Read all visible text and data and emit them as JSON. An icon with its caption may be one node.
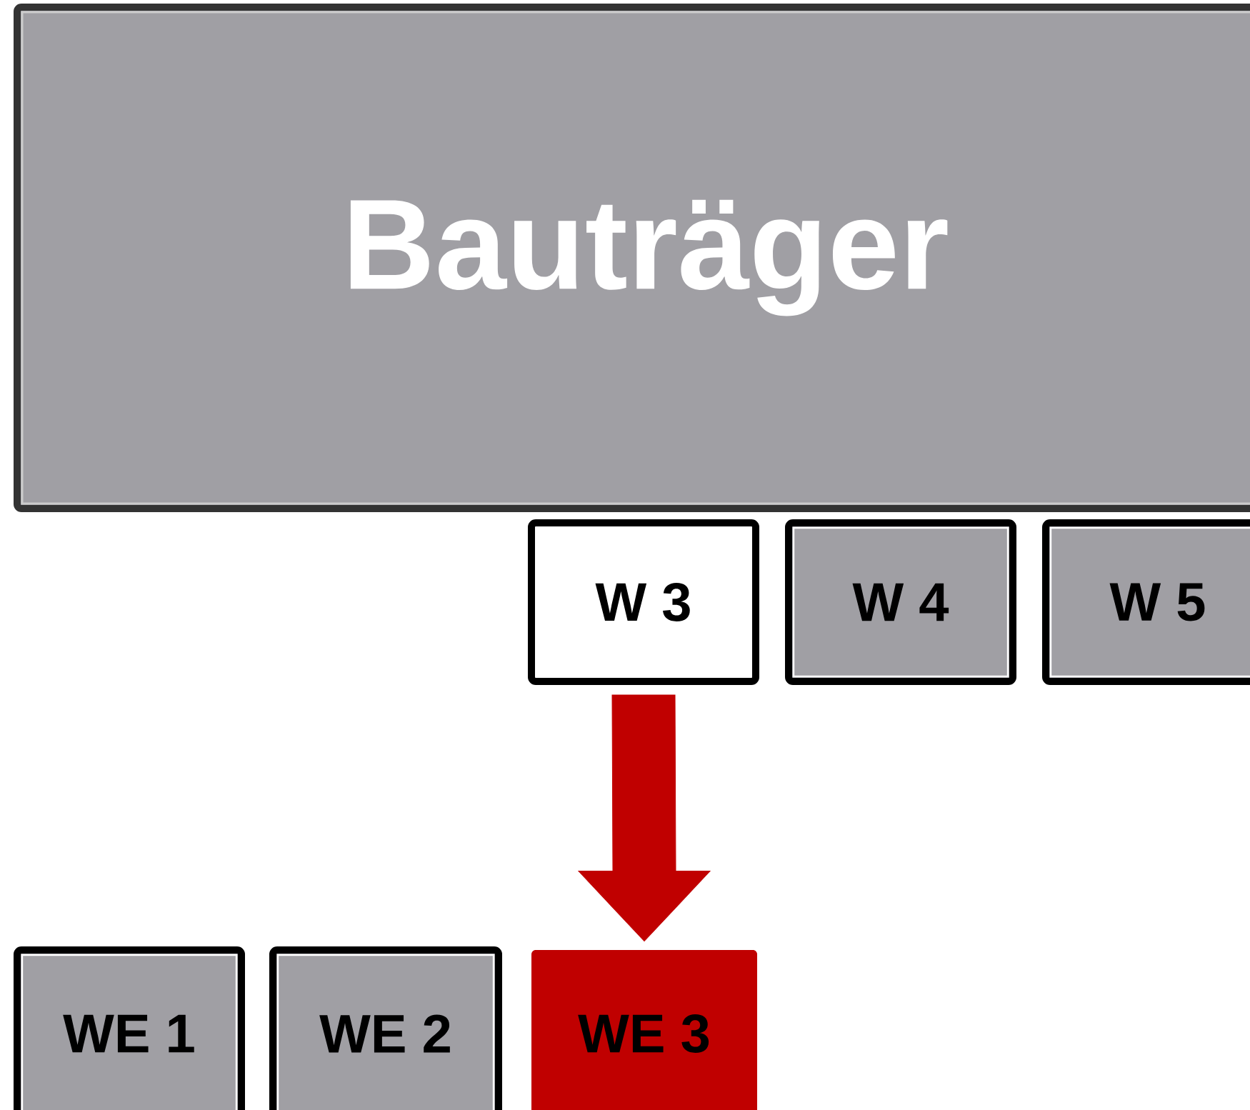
{
  "diagram": {
    "nodes": [
      {
        "text": [
          "Bauträger"
        ]
      },
      {
        "text": [
          "W 3"
        ]
      },
      {
        "text": [
          "W 4"
        ]
      },
      {
        "text": [
          "W 5"
        ]
      },
      {
        "text": [
          "WE 1"
        ]
      },
      {
        "text": [
          "WE 2"
        ]
      },
      {
        "text": [
          "WE 3"
        ]
      }
    ],
    "edges": [
      {
        "from": 1,
        "to": 6,
        "arrow": "to",
        "style": "thick",
        "color": "#c00000"
      }
    ]
  }
}
